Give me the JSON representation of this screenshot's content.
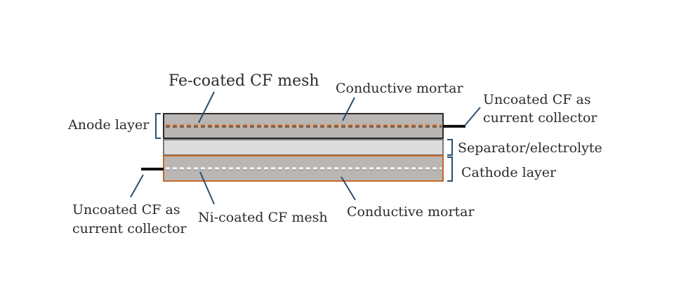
{
  "labels": {
    "fe_mesh": "Fe-coated CF mesh",
    "mortar_top": "Conductive mortar",
    "uncoated_top_line1": "Uncoated CF as",
    "uncoated_top_line2": "current collector",
    "anode_layer": "Anode layer",
    "separator": "Separator/electrolyte",
    "cathode_layer": "Cathode layer",
    "uncoated_bottom_line1": "Uncoated CF as",
    "uncoated_bottom_line2": "current collector",
    "ni_mesh": "Ni-coated CF mesh",
    "mortar_bottom": "Conductive mortar"
  },
  "colors": {
    "mortar_fill": "#b9b6b4",
    "separator_fill": "#dcdcdc",
    "anode_outline": "#2b2b2b",
    "cathode_outline": "#c8692a",
    "fe_mesh_line": "#c8692a",
    "ni_mesh_line": "#ffffff",
    "leader_line": "#2d4f6e",
    "collector_tab": "#111111"
  }
}
